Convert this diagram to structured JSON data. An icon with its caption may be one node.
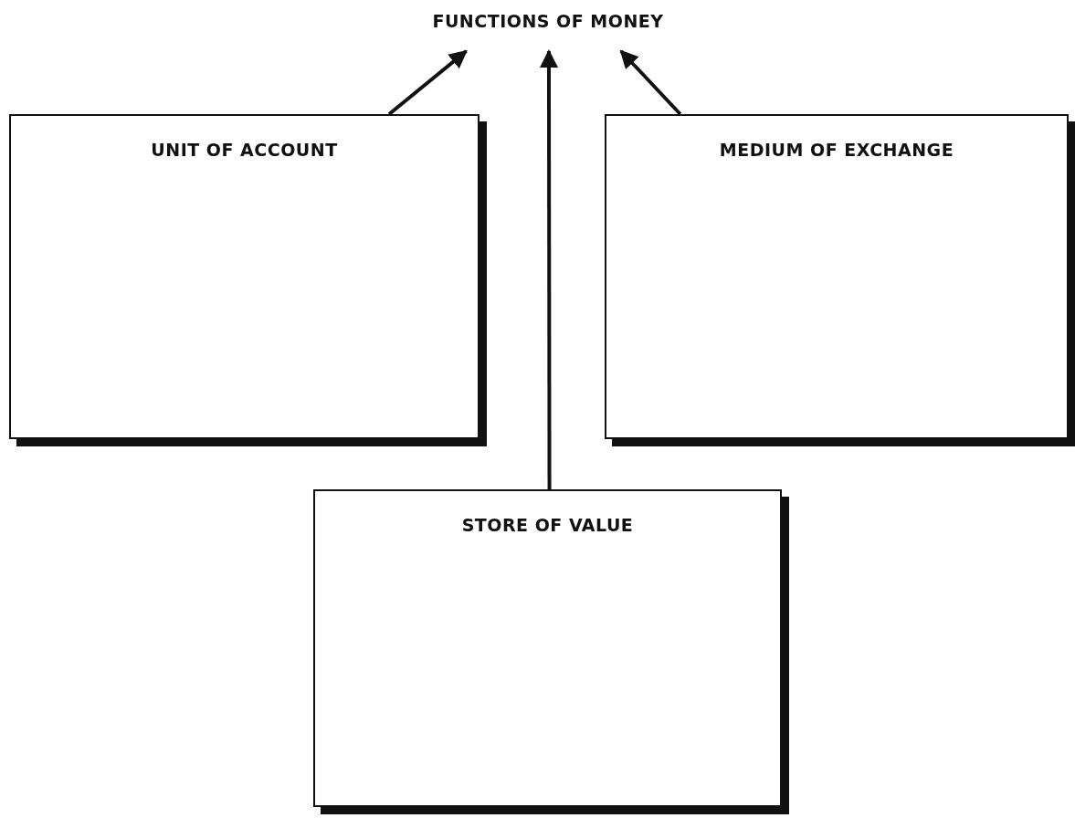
{
  "diagram": {
    "nodes": [
      {
        "text": [
          "FUNCTIONS OF MONEY"
        ]
      },
      {
        "text": [
          "UNIT OF ACCOUNT"
        ]
      },
      {
        "text": [
          "MEDIUM OF EXCHANGE"
        ]
      },
      {
        "text": [
          "STORE OF VALUE"
        ]
      }
    ],
    "edges": [
      {
        "from": 1,
        "to": 0,
        "arrow": "to"
      },
      {
        "from": 3,
        "to": 0,
        "arrow": "to"
      },
      {
        "from": 2,
        "to": 0,
        "arrow": "to"
      }
    ]
  }
}
